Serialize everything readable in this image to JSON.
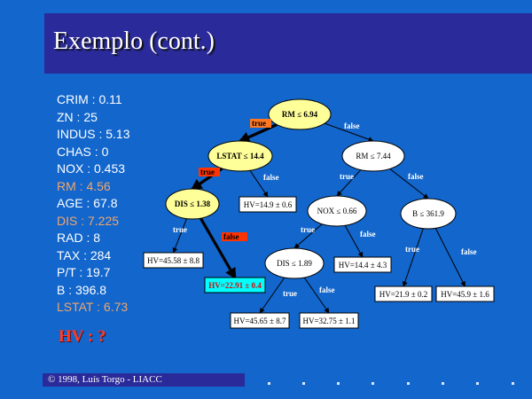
{
  "title": "Exemplo (cont.)",
  "attributes": [
    {
      "text": "CRIM : 0.11",
      "highlight": false
    },
    {
      "text": "ZN : 25",
      "highlight": false
    },
    {
      "text": "INDUS : 5.13",
      "highlight": false
    },
    {
      "text": "CHAS : 0",
      "highlight": false
    },
    {
      "text": "NOX : 0.453",
      "highlight": false
    },
    {
      "text": "RM : 4.56",
      "highlight": true
    },
    {
      "text": "AGE : 67.8",
      "highlight": false
    },
    {
      "text": "DIS : 7.225",
      "highlight": true
    },
    {
      "text": "RAD : 8",
      "highlight": false
    },
    {
      "text": "TAX : 284",
      "highlight": false
    },
    {
      "text": "P/T : 19.7",
      "highlight": false
    },
    {
      "text": "B : 396.8",
      "highlight": false
    },
    {
      "text": "LSTAT : 6.73",
      "highlight": true
    }
  ],
  "query": "HV : ?",
  "footer": "© 1998, Luís Torgo - LIACC",
  "colors": {
    "background": "#1266cc",
    "title_bar": "#2a2a9a",
    "highlight_text": "#f2a66b",
    "query_text": "#ff3a2a",
    "path_node_fill": "#ffff99",
    "normal_node_fill": "#ffffff",
    "highlight_leaf_fill": "#00ffff",
    "true_path_label_bg": "#ff3300",
    "root_true_label_bg": "#ff7722"
  },
  "tree": {
    "nodes": [
      {
        "id": "root",
        "label": "RM ≤ 6.94",
        "on_path": true
      },
      {
        "id": "lstat",
        "label": "LSTAT ≤ 14.4",
        "on_path": true
      },
      {
        "id": "rm2",
        "label": "RM ≤ 7.44",
        "on_path": false
      },
      {
        "id": "dis1",
        "label": "DIS ≤ 1.38",
        "on_path": true
      },
      {
        "id": "nox",
        "label": "NOX ≤ 0.66",
        "on_path": false
      },
      {
        "id": "b",
        "label": "B ≤ 361.9",
        "on_path": false
      },
      {
        "id": "dis2",
        "label": "DIS ≤ 1.89",
        "on_path": false
      }
    ],
    "leaves": [
      {
        "id": "leaf_lstat_false",
        "label": "HV=14.9 ± 0.6",
        "highlight": false
      },
      {
        "id": "leaf_dis1_true",
        "label": "HV=45.58 ± 8.8",
        "highlight": false
      },
      {
        "id": "leaf_dis1_false",
        "label": "HV=22.91 ± 0.4",
        "highlight": true
      },
      {
        "id": "leaf_nox_false",
        "label": "HV=14.4 ± 4.3",
        "highlight": false
      },
      {
        "id": "leaf_dis2_true",
        "label": "HV=45.65 ± 8.7",
        "highlight": false
      },
      {
        "id": "leaf_dis2_false",
        "label": "HV=32.75 ± 1.1",
        "highlight": false
      },
      {
        "id": "leaf_b_true",
        "label": "HV=21.9 ± 0.2",
        "highlight": false
      },
      {
        "id": "leaf_b_false",
        "label": "HV=45.9 ± 1.6",
        "highlight": false
      }
    ],
    "edges": [
      {
        "id": "e_root_lstat",
        "from": "root",
        "to": "lstat",
        "label": "true",
        "on_path": true
      },
      {
        "id": "e_root_rm2",
        "from": "root",
        "to": "rm2",
        "label": "false",
        "on_path": false
      },
      {
        "id": "e_lstat_dis1",
        "from": "lstat",
        "to": "dis1",
        "label": "true",
        "on_path": true
      },
      {
        "id": "e_lstat_leaf",
        "from": "lstat",
        "to": "leaf_lstat_false",
        "label": "false",
        "on_path": false
      },
      {
        "id": "e_rm2_nox",
        "from": "rm2",
        "to": "nox",
        "label": "true",
        "on_path": false
      },
      {
        "id": "e_rm2_b",
        "from": "rm2",
        "to": "b",
        "label": "false",
        "on_path": false
      },
      {
        "id": "e_dis1_leaf_t",
        "from": "dis1",
        "to": "leaf_dis1_true",
        "label": "true",
        "on_path": false
      },
      {
        "id": "e_dis1_leaf_f",
        "from": "dis1",
        "to": "leaf_dis1_false",
        "label": "false",
        "on_path": true
      },
      {
        "id": "e_nox_dis2",
        "from": "nox",
        "to": "dis2",
        "label": "true",
        "on_path": false
      },
      {
        "id": "e_nox_leaf",
        "from": "nox",
        "to": "leaf_nox_false",
        "label": "false",
        "on_path": false
      },
      {
        "id": "e_b_leaf_t",
        "from": "b",
        "to": "leaf_b_true",
        "label": "true",
        "on_path": false
      },
      {
        "id": "e_b_leaf_f",
        "from": "b",
        "to": "leaf_b_false",
        "label": "false",
        "on_path": false
      },
      {
        "id": "e_dis2_leaf_t",
        "from": "dis2",
        "to": "leaf_dis2_true",
        "label": "true",
        "on_path": false
      },
      {
        "id": "e_dis2_leaf_f",
        "from": "dis2",
        "to": "leaf_dis2_false",
        "label": "false",
        "on_path": false
      }
    ]
  }
}
